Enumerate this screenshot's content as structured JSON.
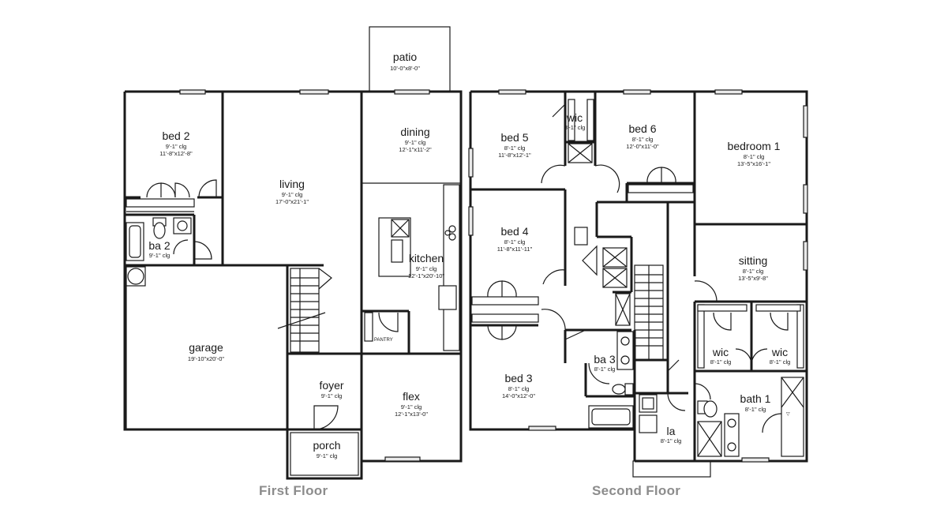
{
  "first_floor": {
    "title": "First Floor",
    "rooms": {
      "bed2": {
        "name": "bed 2",
        "clg": "9'-1\" clg",
        "size": "11'-8\"x12'-8\""
      },
      "living": {
        "name": "living",
        "clg": "9'-1\" clg",
        "size": "17'-0\"x21'-1\""
      },
      "dining": {
        "name": "dining",
        "clg": "9'-1\" clg",
        "size": "12'-1\"x11'-2\""
      },
      "patio": {
        "name": "patio",
        "size": "10'-0\"x8'-0\""
      },
      "ba2": {
        "name": "ba 2",
        "clg": "9'-1\" clg"
      },
      "kitchen": {
        "name": "kitchen",
        "clg": "9'-1\" clg",
        "size": "12'-1\"x20'-10\""
      },
      "pantry": {
        "name": "PANTRY"
      },
      "garage": {
        "name": "garage",
        "size": "19'-10\"x20'-0\""
      },
      "foyer": {
        "name": "foyer",
        "clg": "9'-1\" clg"
      },
      "flex": {
        "name": "flex",
        "clg": "9'-1\" clg",
        "size": "12'-1\"x13'-0\""
      },
      "porch": {
        "name": "porch",
        "clg": "9'-1\" clg"
      }
    }
  },
  "second_floor": {
    "title": "Second Floor",
    "rooms": {
      "bed5": {
        "name": "bed 5",
        "clg": "8'-1\" clg",
        "size": "11'-8\"x12'-1\""
      },
      "wic_top": {
        "name": "wic",
        "clg": "8'-1\" clg"
      },
      "bed6": {
        "name": "bed 6",
        "clg": "8'-1\" clg",
        "size": "12'-0\"x11'-0\""
      },
      "bedroom1": {
        "name": "bedroom 1",
        "clg": "8'-1\" clg",
        "size": "13'-5\"x16'-1\""
      },
      "bed4": {
        "name": "bed 4",
        "clg": "8'-1\" clg",
        "size": "11'-8\"x11'-11\""
      },
      "sitting": {
        "name": "sitting",
        "clg": "8'-1\" clg",
        "size": "13'-5\"x9'-8\""
      },
      "wic_left": {
        "name": "wic",
        "clg": "8'-1\" clg"
      },
      "wic_right": {
        "name": "wic",
        "clg": "8'-1\" clg"
      },
      "ba3": {
        "name": "ba 3",
        "clg": "8'-1\" clg"
      },
      "bed3": {
        "name": "bed 3",
        "clg": "8'-1\" clg",
        "size": "14'-0\"x12'-0\""
      },
      "bath1": {
        "name": "bath 1",
        "clg": "8'-1\" clg"
      },
      "la": {
        "name": "la",
        "clg": "8'-1\" clg"
      }
    }
  }
}
